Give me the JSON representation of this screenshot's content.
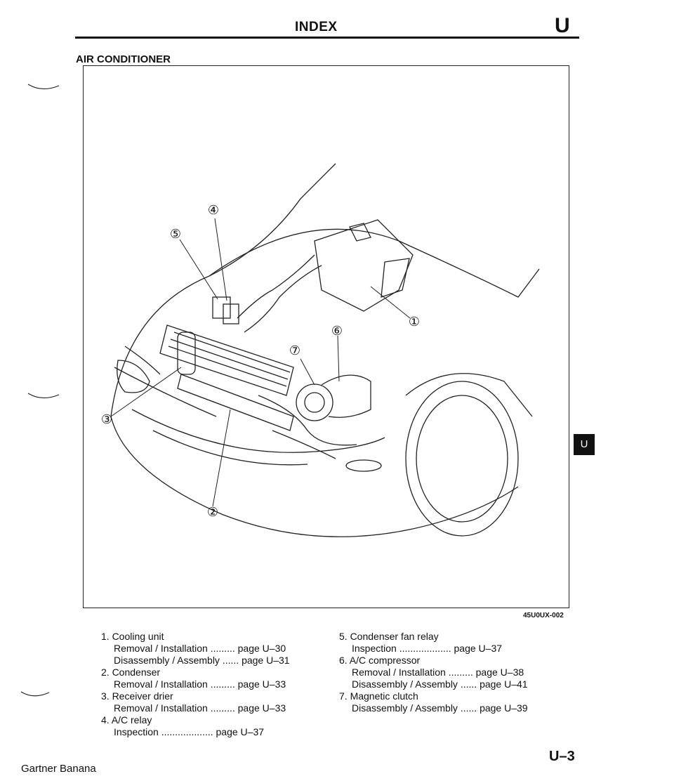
{
  "header": {
    "title": "INDEX",
    "letter": "U"
  },
  "section_title": "AIR CONDITIONER",
  "figure": {
    "code": "45U0UX-002",
    "callouts": [
      "①",
      "②",
      "③",
      "④",
      "⑤",
      "⑥",
      "⑦"
    ]
  },
  "tab_label": "U",
  "items": [
    {
      "title": "1. Cooling unit",
      "entries": [
        {
          "label": "Removal / Installation",
          "dots": ".........",
          "page": "page U–30"
        },
        {
          "label": "Disassembly / Assembly",
          "dots": "......",
          "page": "page U–31"
        }
      ]
    },
    {
      "title": "2. Condenser",
      "entries": [
        {
          "label": "Removal / Installation",
          "dots": ".........",
          "page": "page U–33"
        }
      ]
    },
    {
      "title": "3. Receiver drier",
      "entries": [
        {
          "label": "Removal / Installation",
          "dots": ".........",
          "page": "page U–33"
        }
      ]
    },
    {
      "title": "4. A/C relay",
      "entries": [
        {
          "label": "Inspection",
          "dots": "...................",
          "page": "page U–37"
        }
      ]
    },
    {
      "title": "5. Condenser fan relay",
      "entries": [
        {
          "label": "Inspection",
          "dots": "...................",
          "page": "page U–37"
        }
      ]
    },
    {
      "title": "6. A/C compressor",
      "entries": [
        {
          "label": "Removal / Installation",
          "dots": ".........",
          "page": "page U–38"
        },
        {
          "label": "Disassembly / Assembly",
          "dots": "......",
          "page": "page U–41"
        }
      ]
    },
    {
      "title": "7. Magnetic clutch",
      "entries": [
        {
          "label": "Disassembly / Assembly",
          "dots": "......",
          "page": "page U–39"
        }
      ]
    }
  ],
  "page_number": "U–3",
  "footer_note": "Gartner Banana"
}
